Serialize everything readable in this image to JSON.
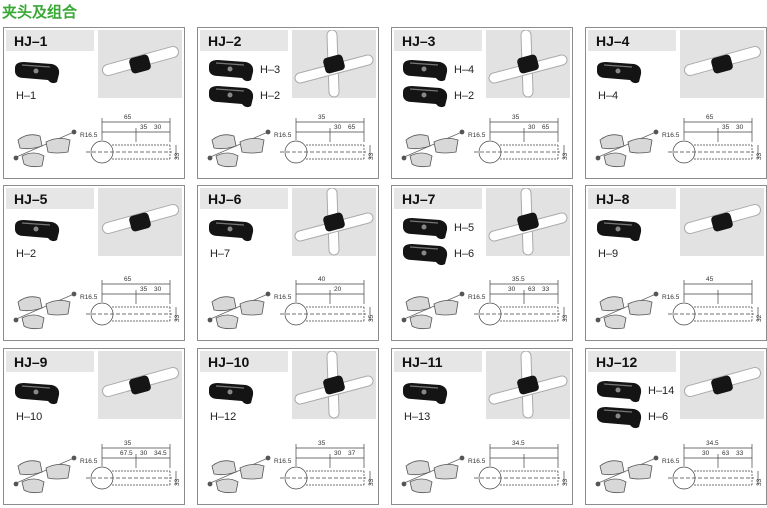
{
  "page": {
    "title": "夹头及组合"
  },
  "cards": [
    {
      "title": "HJ–1",
      "parts": [
        "H–1"
      ],
      "dims": [
        "65",
        "35",
        "30",
        "R16.5",
        "33"
      ]
    },
    {
      "title": "HJ–2",
      "parts": [
        "H–3",
        "H–2"
      ],
      "dims": [
        "35",
        "30",
        "65",
        "R16.5",
        "33"
      ]
    },
    {
      "title": "HJ–3",
      "parts": [
        "H–4",
        "H–2"
      ],
      "dims": [
        "35",
        "30",
        "65",
        "R16.5",
        "33"
      ]
    },
    {
      "title": "HJ–4",
      "parts": [
        "H–4"
      ],
      "dims": [
        "65",
        "35",
        "30",
        "R16.5",
        "33"
      ]
    },
    {
      "title": "HJ–5",
      "parts": [
        "H–2"
      ],
      "dims": [
        "65",
        "35",
        "30",
        "R16.5",
        "33"
      ]
    },
    {
      "title": "HJ–6",
      "parts": [
        "H–7"
      ],
      "dims": [
        "40",
        "R16.5",
        "20",
        "35"
      ]
    },
    {
      "title": "HJ–7",
      "parts": [
        "H–5",
        "H–6"
      ],
      "dims": [
        "35.5",
        "63",
        "33",
        "30",
        "R16.5",
        "33"
      ]
    },
    {
      "title": "HJ–8",
      "parts": [
        "H–9"
      ],
      "dims": [
        "45",
        "R16.5",
        "32"
      ]
    },
    {
      "title": "HJ–9",
      "parts": [
        "H–10"
      ],
      "dims": [
        "35",
        "30",
        "R16.5",
        "34.5",
        "67.5",
        "33"
      ]
    },
    {
      "title": "HJ–10",
      "parts": [
        "H–12"
      ],
      "dims": [
        "35",
        "30",
        "R16.5",
        "37",
        "33"
      ]
    },
    {
      "title": "HJ–11",
      "parts": [
        "H–13"
      ],
      "dims": [
        "34.5",
        "R16.5",
        "33"
      ]
    },
    {
      "title": "HJ–12",
      "parts": [
        "H–14",
        "H–6"
      ],
      "dims": [
        "34.5",
        "63",
        "33",
        "30",
        "R16.5",
        "33"
      ]
    }
  ]
}
